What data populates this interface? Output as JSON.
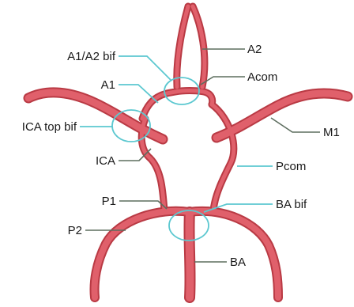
{
  "colors": {
    "vessel_outline": "#b93a44",
    "vessel_fill": "#e0606b",
    "leader_gray": "#5d6e5f",
    "leader_cyan": "#5cc8d0",
    "background": "#ffffff"
  },
  "labels": {
    "a2": "A2",
    "a1_a2_bif": "A1/A2 bif",
    "acom": "Acom",
    "a1": "A1",
    "ica_top_bif": "ICA top bif",
    "m1": "M1",
    "ica": "ICA",
    "pcom": "Pcom",
    "p1": "P1",
    "ba_bif": "BA bif",
    "p2": "P2",
    "ba": "BA"
  }
}
